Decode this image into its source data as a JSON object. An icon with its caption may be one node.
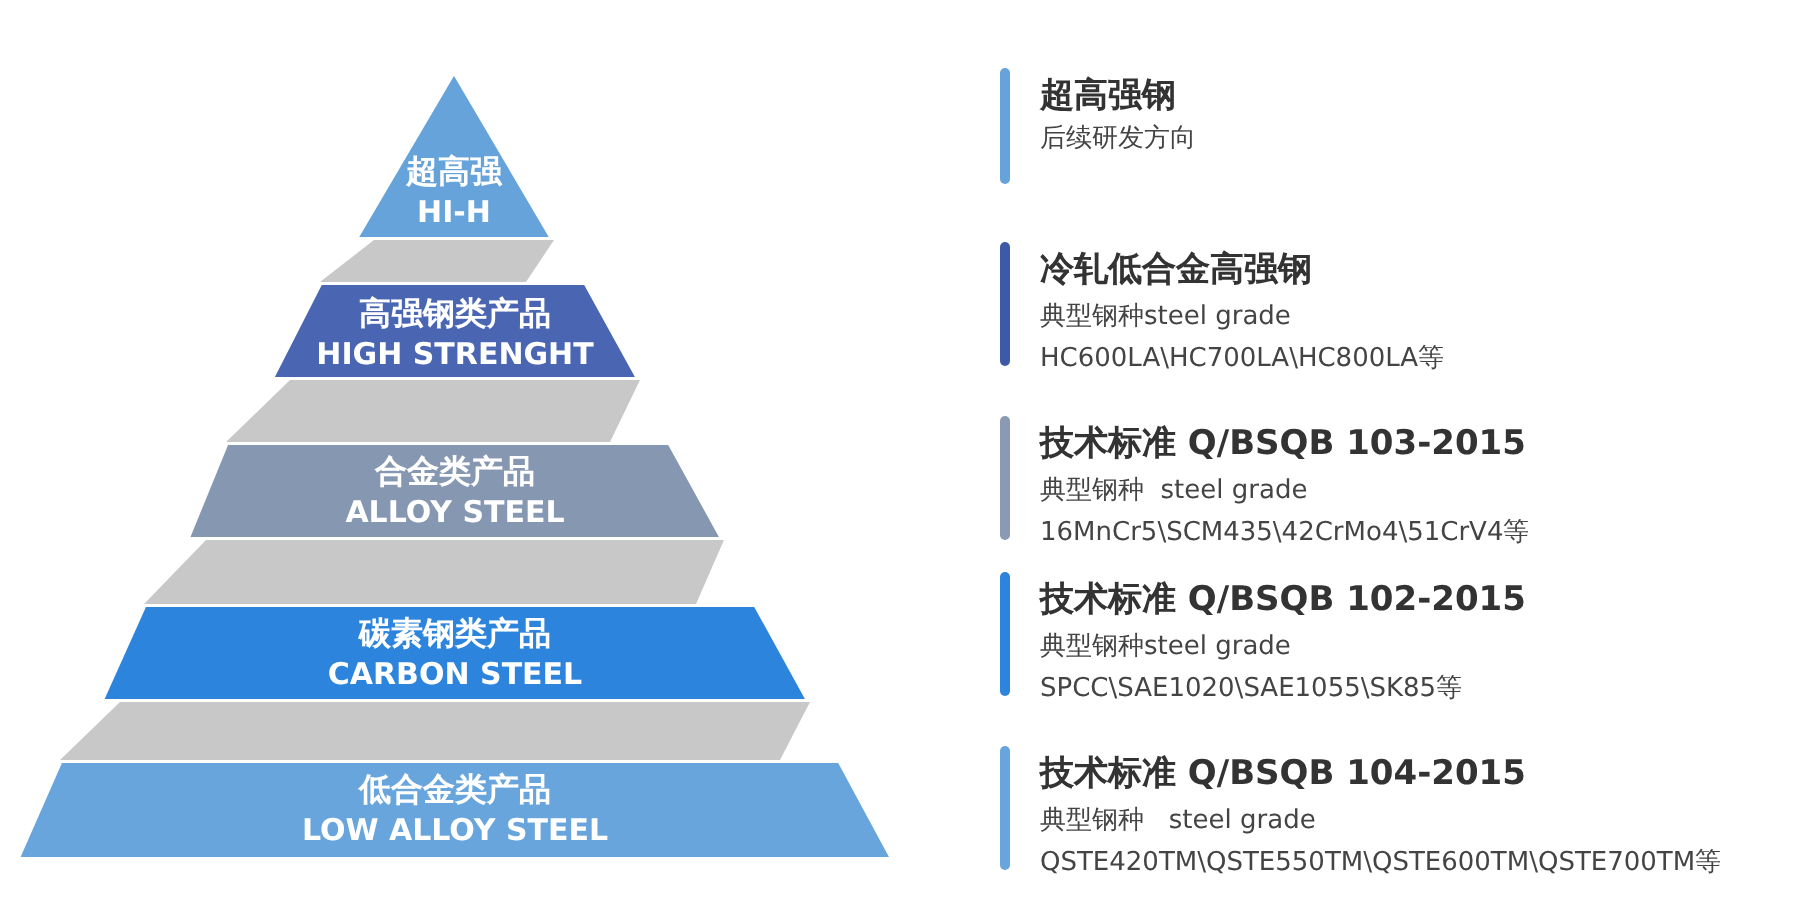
{
  "diagram": {
    "nodes": [
      {
        "text": [
          "超高强",
          "HI-H"
        ]
      },
      {
        "text": [
          "高强钢类产品",
          "HIGH STRENGHT"
        ]
      },
      {
        "text": [
          "合金类产品",
          "ALLOY STEEL"
        ]
      },
      {
        "text": [
          "碳素钢类产品",
          "CARBON STEEL"
        ]
      },
      {
        "text": [
          "低合金类产品",
          "LOW ALLOY STEEL"
        ]
      }
    ],
    "edges": [],
    "labels": [
      "超高强钢",
      "后续研发方向",
      "冷轧低合金高强钢",
      "典型钢种steel grade",
      "HC600LA\\HC700LA\\HC800LA等",
      "技术标准 Q/BSQB 103-2015",
      "典型钢种  steel grade",
      "16MnCr5\\SCM435\\42CrMo4\\51CrV4等",
      "技术标准 Q/BSQB 102-2015",
      "典型钢种steel grade",
      "SPCC\\SAE1020\\SAE1055\\SK85等",
      "技术标准 Q/BSQB 104-2015",
      "典型钢种   steel grade",
      "QSTE420TM\\QSTE550TM\\QSTE600TM\\QSTE700TM等"
    ]
  }
}
